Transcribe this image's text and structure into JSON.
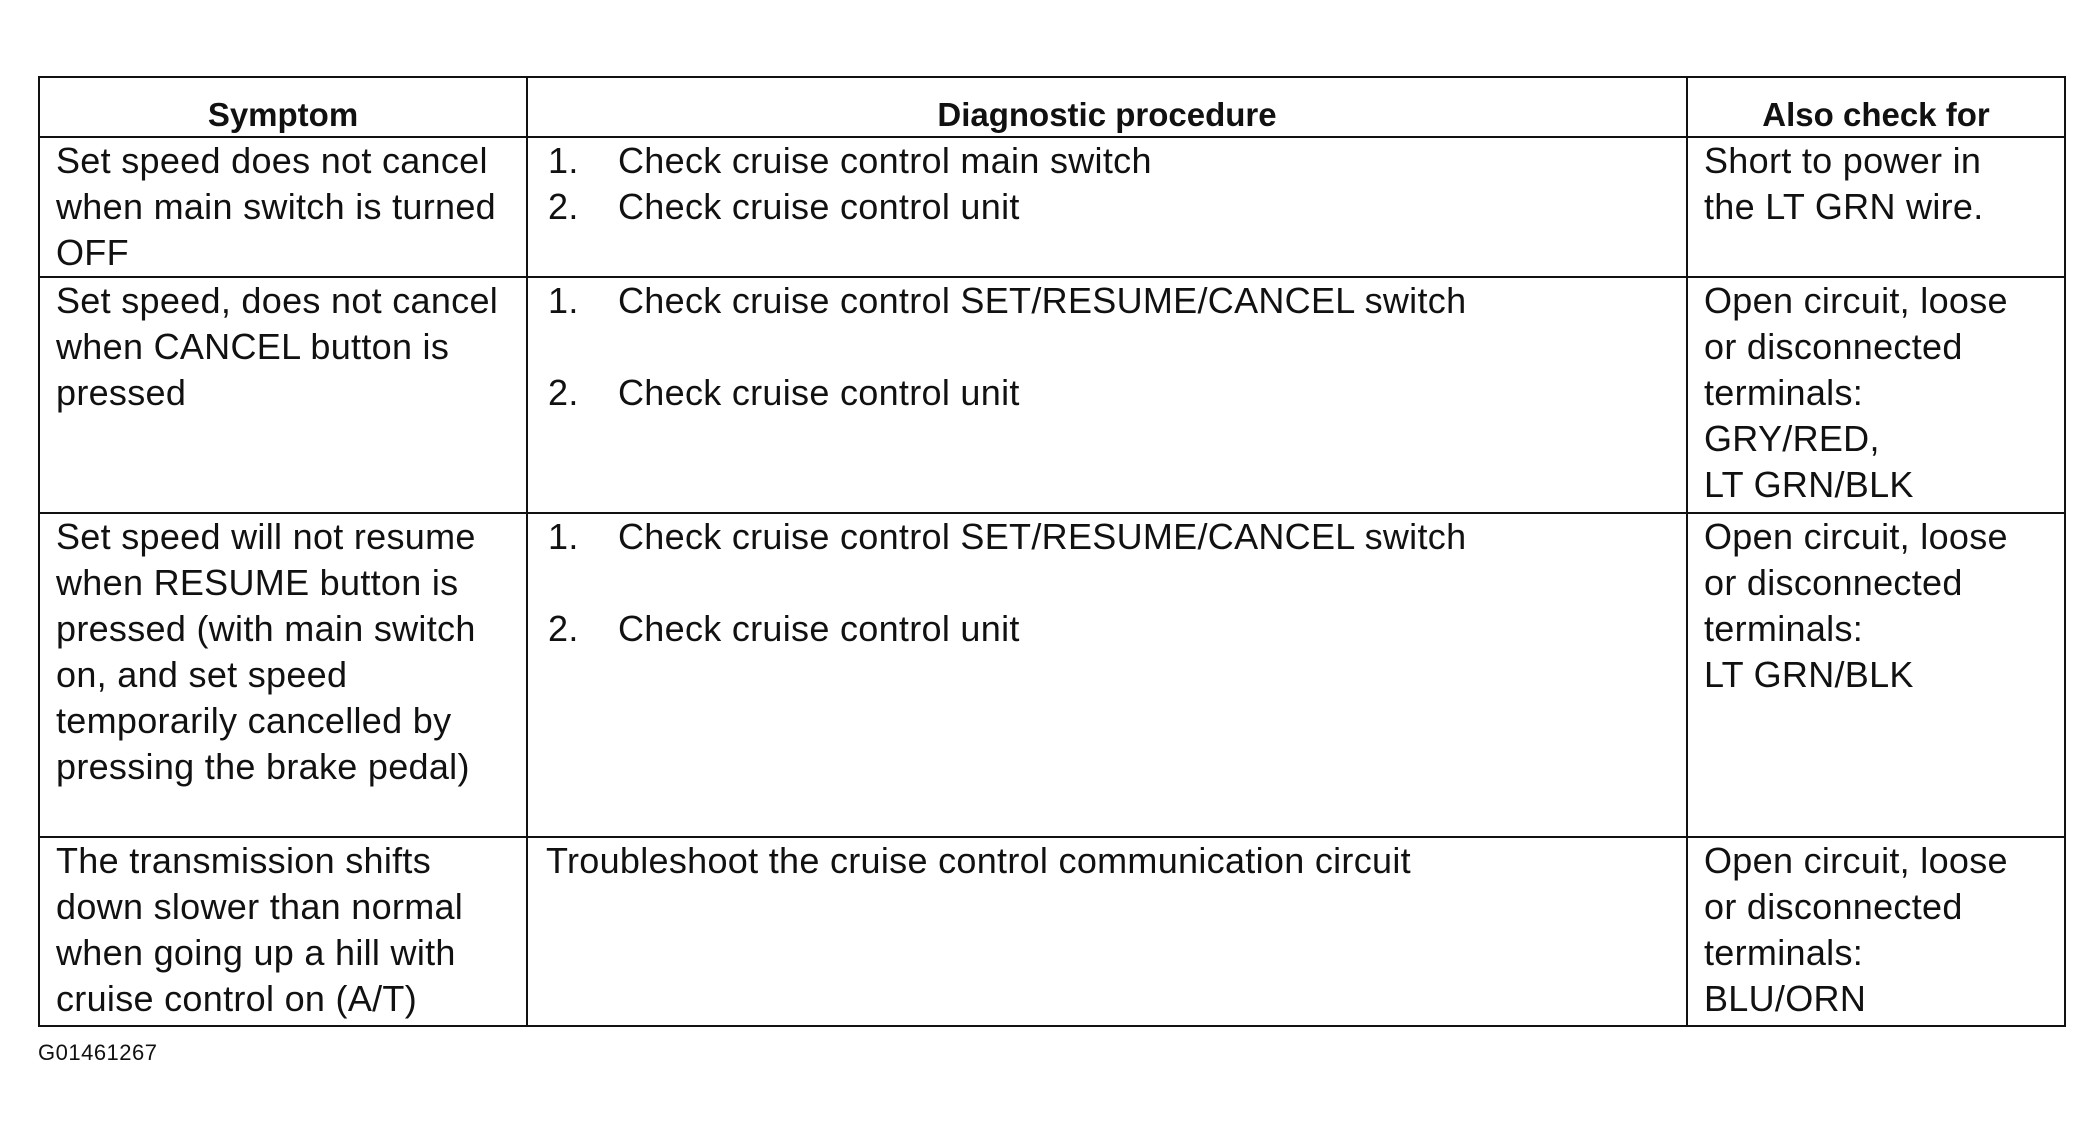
{
  "table": {
    "headers": {
      "symptom": "Symptom",
      "procedure": "Diagnostic procedure",
      "also_check": "Also check for"
    },
    "rows": [
      {
        "symptom": "Set speed does not cancel when main switch is turned OFF",
        "steps": [
          {
            "num": "1.",
            "text": "Check cruise control main switch"
          },
          {
            "num": "2.",
            "text": "Check cruise control unit"
          }
        ],
        "also_check": [
          "Short to power in",
          "the LT GRN wire."
        ]
      },
      {
        "symptom": "Set speed, does not cancel when CANCEL button is pressed",
        "steps": [
          {
            "num": "1.",
            "text": "Check cruise control SET/RESUME/CANCEL switch"
          },
          {
            "num": "2.",
            "text": "Check cruise control unit"
          }
        ],
        "also_check": [
          "Open circuit, loose",
          "or disconnected",
          "terminals:",
          "GRY/RED,",
          "LT GRN/BLK"
        ]
      },
      {
        "symptom": "Set speed will not resume when RESUME button is pressed (with main switch on, and set speed temporarily cancelled by pressing the brake pedal)",
        "steps": [
          {
            "num": "1.",
            "text": "Check cruise control SET/RESUME/CANCEL switch"
          },
          {
            "num": "2.",
            "text": "Check cruise control unit"
          }
        ],
        "also_check": [
          "Open circuit, loose",
          "or disconnected",
          "terminals:",
          "LT GRN/BLK"
        ]
      },
      {
        "symptom": "The transmission shifts down slower than normal when going up a hill with cruise control on (A/T)",
        "procedure": "Troubleshoot the cruise control communication circuit",
        "also_check": [
          "Open circuit, loose",
          "or disconnected",
          "terminals:",
          "BLU/ORN"
        ]
      }
    ]
  },
  "footer": {
    "figure_id": "G01461267"
  }
}
